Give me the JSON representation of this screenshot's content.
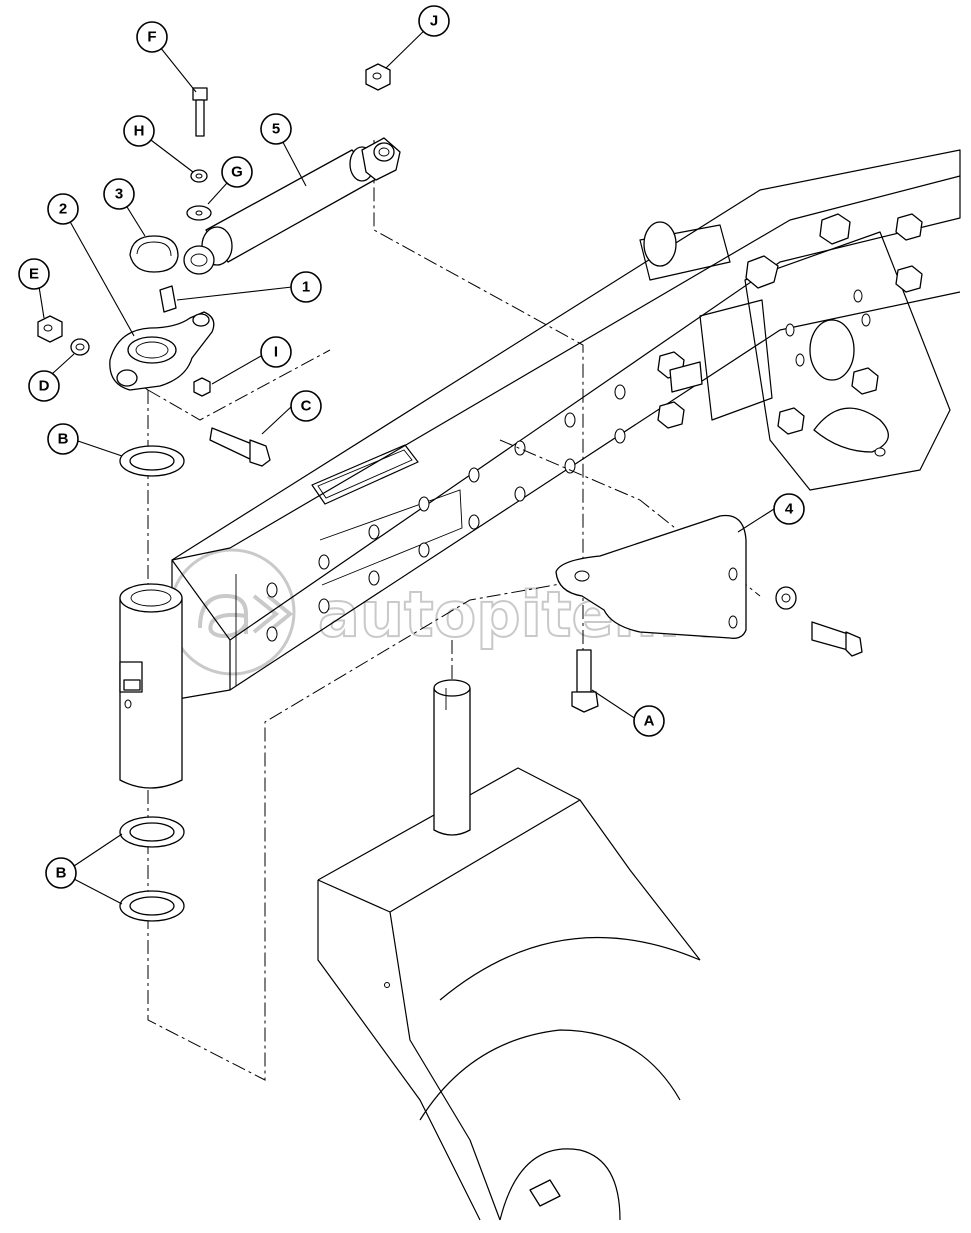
{
  "callouts": [
    {
      "id": "F",
      "label": "F"
    },
    {
      "id": "J",
      "label": "J"
    },
    {
      "id": "H",
      "label": "H"
    },
    {
      "id": "5",
      "label": "5"
    },
    {
      "id": "3",
      "label": "3"
    },
    {
      "id": "G",
      "label": "G"
    },
    {
      "id": "2",
      "label": "2"
    },
    {
      "id": "E",
      "label": "E"
    },
    {
      "id": "1",
      "label": "1"
    },
    {
      "id": "I",
      "label": "I"
    },
    {
      "id": "D",
      "label": "D"
    },
    {
      "id": "C",
      "label": "C"
    },
    {
      "id": "B1",
      "label": "B"
    },
    {
      "id": "4",
      "label": "4"
    },
    {
      "id": "A",
      "label": "A"
    },
    {
      "id": "B2",
      "label": "B"
    }
  ],
  "watermark": {
    "text": "autopiter.ru",
    "logo_icon": "autopiter-logo-icon",
    "color": "#c9c9c9"
  }
}
